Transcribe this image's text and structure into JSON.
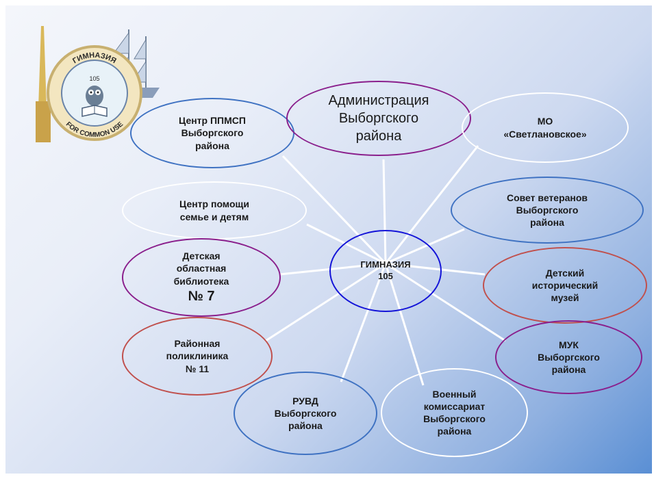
{
  "emblem": {
    "ring_top": "ГИМНАЗИЯ",
    "number": "105",
    "ring_bottom": "FOR COMMON USE"
  },
  "center": {
    "label": "ГИМНАЗИЯ\n105"
  },
  "nodes": {
    "ppmsp": {
      "label": "Центр ППМСП\nВыборгского\nрайона"
    },
    "admin": {
      "label": "Администрация\nВыборгского\nрайона"
    },
    "mo": {
      "label": "МО\n«Светлановское»"
    },
    "family": {
      "label": "Центр помощи\nсемье и детям"
    },
    "veterans": {
      "label": "Совет ветеранов\nВыборгского\nрайона"
    },
    "library": {
      "label": "Детская\nобластная\nбиблиотека",
      "number": "№ 7"
    },
    "museum": {
      "label": "Детский\nисторический\nмузей"
    },
    "clinic": {
      "label": "Районная\nполиклиника\n№ 11"
    },
    "muk": {
      "label": "МУК\nВыборгского\nрайона"
    },
    "ruvd": {
      "label": "РУВД\nВыборгского\nрайона"
    },
    "military": {
      "label": "Военный\nкомиссариат\nВыборгского\nрайона"
    }
  },
  "colors": {
    "blue_border": "#3f72c2",
    "purple_border": "#8a1f8c",
    "red_border": "#c0504d",
    "white_border": "#ffffff",
    "center_border": "#1414d8"
  }
}
